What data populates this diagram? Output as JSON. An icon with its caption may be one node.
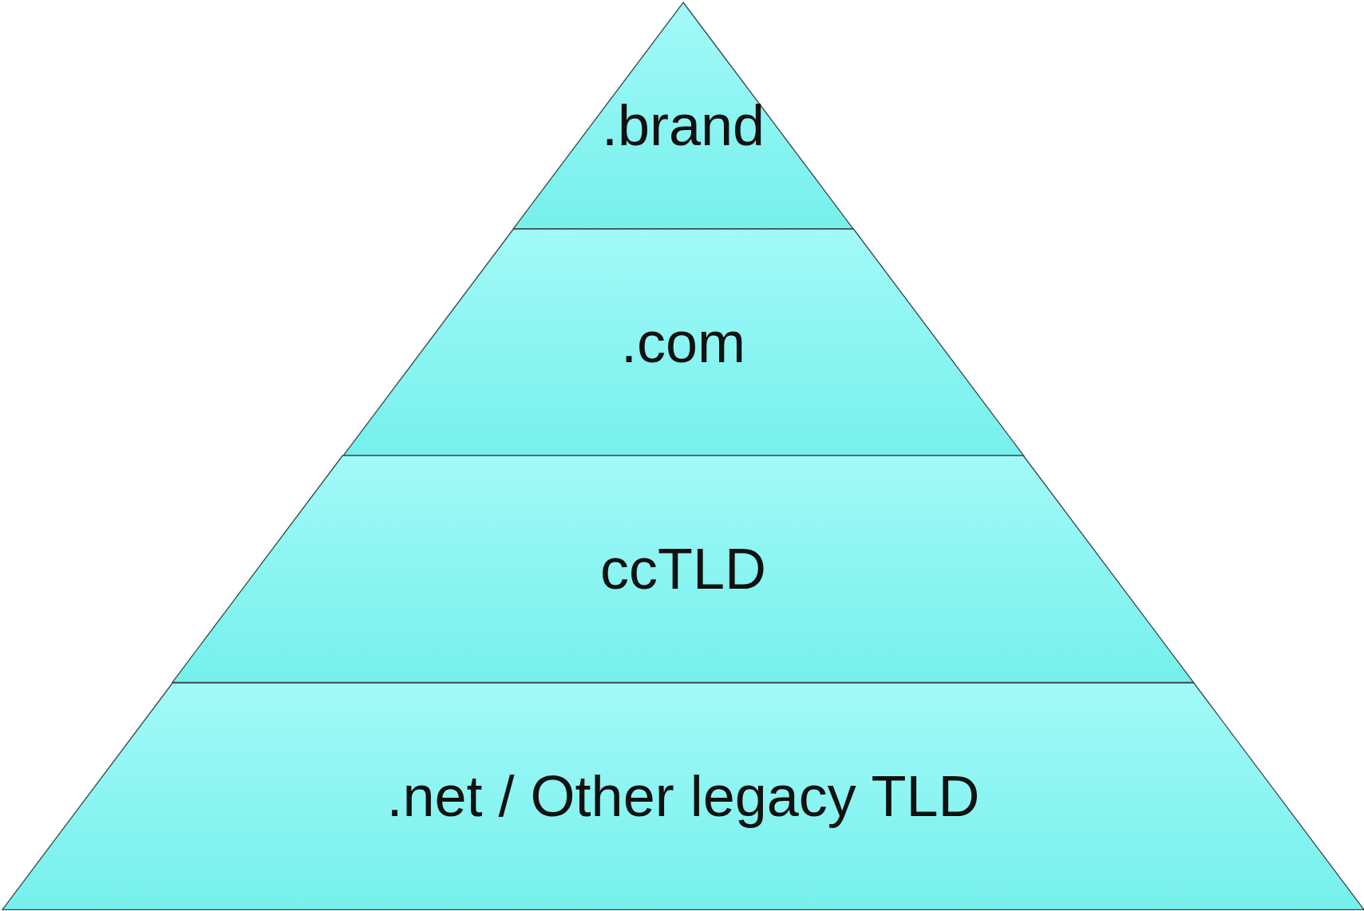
{
  "diagram": {
    "nodes": [
      {
        "text": [
          ".brand"
        ]
      },
      {
        "text": [
          ".com"
        ]
      },
      {
        "text": [
          "ccTLD"
        ]
      },
      {
        "text": [
          ".net / Other legacy TLD"
        ]
      }
    ]
  }
}
